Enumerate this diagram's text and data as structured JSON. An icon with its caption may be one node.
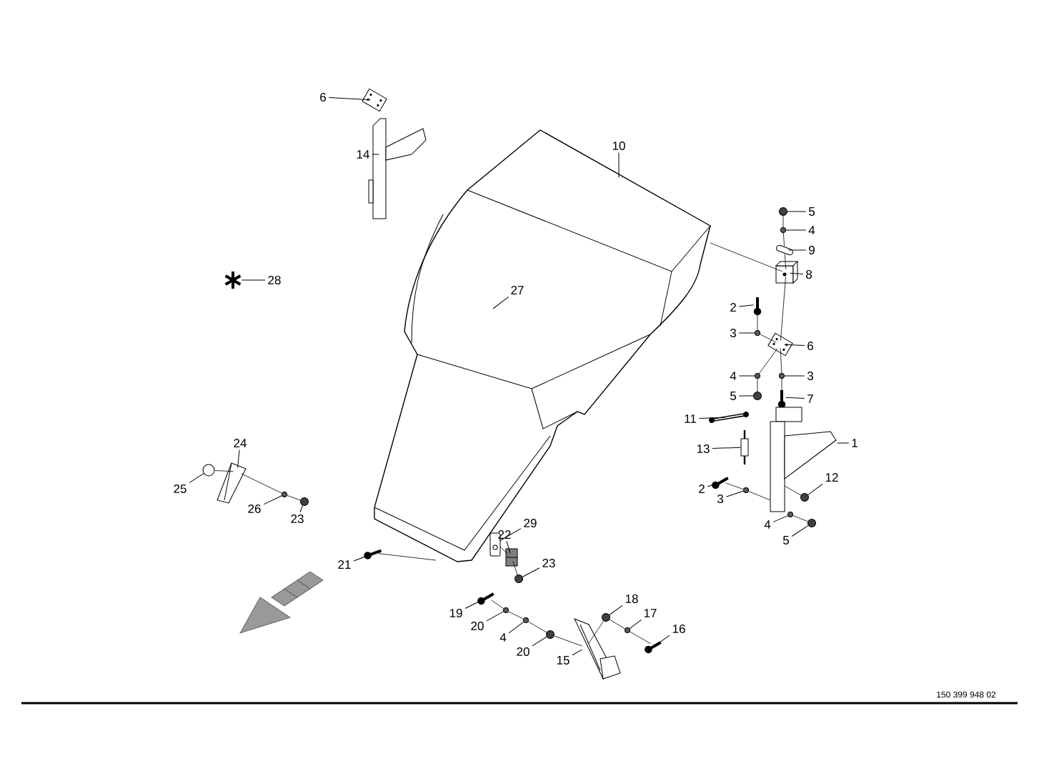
{
  "diagram": {
    "nodes": [
      {
        "text": [
          "6"
        ]
      },
      {
        "text": [],
        "shape": "picture"
      },
      {
        "text": [
          "14"
        ]
      },
      {
        "text": [],
        "shape": "picture"
      },
      {
        "text": [
          "10"
        ]
      },
      {
        "text": [],
        "shape": "picture"
      },
      {
        "text": [
          "28"
        ]
      },
      {
        "text": [],
        "shape": "star"
      },
      {
        "text": [
          "5"
        ]
      },
      {
        "text": [],
        "shape": "circle"
      },
      {
        "text": [
          "4"
        ]
      },
      {
        "text": [],
        "shape": "circle"
      },
      {
        "text": [
          "9"
        ]
      },
      {
        "text": [],
        "shape": "picture"
      },
      {
        "text": [
          "8"
        ]
      },
      {
        "text": [],
        "shape": "picture"
      },
      {
        "text": [
          "2"
        ]
      },
      {
        "text": [],
        "shape": "picture"
      },
      {
        "text": [
          "3"
        ]
      },
      {
        "text": [],
        "shape": "circle"
      },
      {
        "text": [
          "6"
        ]
      },
      {
        "text": [],
        "shape": "picture"
      },
      {
        "text": [
          "4"
        ]
      },
      {
        "text": [],
        "shape": "circle"
      },
      {
        "text": [
          "3"
        ]
      },
      {
        "text": [],
        "shape": "circle"
      },
      {
        "text": [
          "5"
        ]
      },
      {
        "text": [],
        "shape": "circle"
      },
      {
        "text": [
          "7"
        ]
      },
      {
        "text": [],
        "shape": "picture"
      },
      {
        "text": [
          "11"
        ]
      },
      {
        "text": [],
        "shape": "picture"
      },
      {
        "text": [
          "1"
        ]
      },
      {
        "text": [],
        "shape": "picture"
      },
      {
        "text": [
          "13"
        ]
      },
      {
        "text": [],
        "shape": "cylinder"
      },
      {
        "text": [
          "12"
        ]
      },
      {
        "text": [],
        "shape": "circle",
        "in": 33
      },
      {
        "text": [
          "2"
        ]
      },
      {
        "text": [],
        "shape": "picture"
      },
      {
        "text": [
          "3"
        ]
      },
      {
        "text": [],
        "shape": "circle"
      },
      {
        "text": [
          "4"
        ]
      },
      {
        "text": [],
        "shape": "circle"
      },
      {
        "text": [
          "5"
        ]
      },
      {
        "text": [],
        "shape": "circle"
      },
      {
        "text": [
          "24"
        ]
      },
      {
        "text": [],
        "shape": "picture"
      },
      {
        "text": [
          "25"
        ]
      },
      {
        "text": [],
        "shape": "circle"
      },
      {
        "text": [
          "26"
        ]
      },
      {
        "text": [],
        "shape": "circle"
      },
      {
        "text": [
          "23"
        ]
      },
      {
        "text": [],
        "shape": "circle"
      },
      {
        "text": [
          "21"
        ]
      },
      {
        "text": [],
        "shape": "picture"
      },
      {
        "text": [
          "29"
        ]
      },
      {
        "text": [],
        "shape": "picture"
      },
      {
        "text": [
          "22"
        ]
      },
      {
        "text": [],
        "shape": "picture"
      },
      {
        "text": [
          "23"
        ]
      },
      {
        "text": [],
        "shape": "circle"
      },
      {
        "text": [
          "19"
        ]
      },
      {
        "text": [],
        "shape": "picture"
      },
      {
        "text": [
          "20"
        ]
      },
      {
        "text": [],
        "shape": "circle"
      },
      {
        "text": [
          "4"
        ]
      },
      {
        "text": [],
        "shape": "circle"
      },
      {
        "text": [
          "20"
        ]
      },
      {
        "text": [],
        "shape": "circle"
      },
      {
        "text": [
          "15"
        ]
      },
      {
        "text": [],
        "shape": "picture"
      },
      {
        "text": [
          "18"
        ]
      },
      {
        "text": [],
        "shape": "circle"
      },
      {
        "text": [
          "17"
        ]
      },
      {
        "text": [],
        "shape": "circle"
      },
      {
        "text": [
          "16"
        ]
      },
      {
        "text": [],
        "shape": "picture"
      },
      {
        "text": [
          "27"
        ],
        "in": 5
      }
    ],
    "edges": [
      {
        "from": 0,
        "to": 1,
        "arrow": "none"
      },
      {
        "from": 2,
        "to": 3,
        "arrow": "none"
      },
      {
        "from": 4,
        "to": 5,
        "arrow": "none"
      },
      {
        "from": 6,
        "to": 7,
        "arrow": "none"
      },
      {
        "from": 8,
        "to": 9,
        "arrow": "none"
      },
      {
        "from": 10,
        "to": 11,
        "arrow": "none"
      },
      {
        "from": 12,
        "to": 13,
        "arrow": "none"
      },
      {
        "from": 14,
        "to": 15,
        "arrow": "none"
      },
      {
        "from": 16,
        "to": 17,
        "arrow": "none"
      },
      {
        "from": 18,
        "to": 19,
        "arrow": "none"
      },
      {
        "from": 20,
        "to": 21,
        "arrow": "none"
      },
      {
        "from": 22,
        "to": 23,
        "arrow": "none"
      },
      {
        "from": 24,
        "to": 25,
        "arrow": "none"
      },
      {
        "from": 26,
        "to": 27,
        "arrow": "none"
      },
      {
        "from": 28,
        "to": 29,
        "arrow": "none"
      },
      {
        "from": 30,
        "to": 31,
        "arrow": "none"
      },
      {
        "from": 32,
        "to": 33,
        "arrow": "none"
      },
      {
        "from": 34,
        "to": 35,
        "arrow": "none"
      },
      {
        "from": 36,
        "to": 37,
        "arrow": "none"
      },
      {
        "from": 38,
        "to": 39,
        "arrow": "none"
      },
      {
        "from": 40,
        "to": 41,
        "arrow": "none"
      },
      {
        "from": 42,
        "to": 43,
        "arrow": "none"
      },
      {
        "from": 44,
        "to": 45,
        "arrow": "none"
      },
      {
        "from": 46,
        "to": 47,
        "arrow": "none"
      },
      {
        "from": 48,
        "to": 49,
        "arrow": "none"
      },
      {
        "from": 50,
        "to": 51,
        "arrow": "none"
      },
      {
        "from": 52,
        "to": 53,
        "arrow": "none"
      },
      {
        "from": 54,
        "to": 55,
        "arrow": "none"
      },
      {
        "from": 56,
        "to": 57,
        "arrow": "none"
      },
      {
        "from": 58,
        "to": 59,
        "arrow": "none"
      },
      {
        "from": 60,
        "to": 61,
        "arrow": "none"
      },
      {
        "from": 62,
        "to": 63,
        "arrow": "none"
      },
      {
        "from": 64,
        "to": 65,
        "arrow": "none"
      },
      {
        "from": 66,
        "to": 67,
        "arrow": "none"
      },
      {
        "from": 68,
        "to": 69,
        "arrow": "none"
      },
      {
        "from": 70,
        "to": 71,
        "arrow": "none"
      },
      {
        "from": 72,
        "to": 73,
        "arrow": "none"
      },
      {
        "from": 74,
        "to": 75,
        "arrow": "none"
      },
      {
        "from": 76,
        "to": 77,
        "arrow": "none"
      },
      {
        "from": 78,
        "to": 5,
        "arrow": "none"
      },
      {
        "from": 9,
        "to": 11,
        "arrow": "none"
      },
      {
        "from": 11,
        "to": 13,
        "arrow": "none"
      },
      {
        "from": 13,
        "to": 15,
        "arrow": "none"
      },
      {
        "from": 15,
        "to": 21,
        "arrow": "none"
      },
      {
        "from": 21,
        "to": 25,
        "arrow": "none"
      },
      {
        "from": 25,
        "to": 29,
        "arrow": "none"
      },
      {
        "from": 17,
        "to": 19,
        "arrow": "none"
      },
      {
        "from": 19,
        "to": 21,
        "arrow": "none"
      },
      {
        "from": 21,
        "to": 23,
        "arrow": "none"
      },
      {
        "from": 23,
        "to": 27,
        "arrow": "none"
      },
      {
        "from": 5,
        "to": 15,
        "arrow": "none"
      },
      {
        "from": 49,
        "to": 47,
        "arrow": "none"
      },
      {
        "from": 47,
        "to": 51,
        "arrow": "none"
      },
      {
        "from": 51,
        "to": 53,
        "arrow": "none"
      },
      {
        "from": 55,
        "to": 5,
        "arrow": "none"
      },
      {
        "from": 57,
        "to": 59,
        "arrow": "none"
      },
      {
        "from": 59,
        "to": 61,
        "arrow": "none"
      },
      {
        "from": 63,
        "to": 65,
        "arrow": "none"
      },
      {
        "from": 65,
        "to": 67,
        "arrow": "none"
      },
      {
        "from": 67,
        "to": 69,
        "arrow": "none"
      },
      {
        "from": 69,
        "to": 71,
        "arrow": "none"
      },
      {
        "from": 77,
        "to": 75,
        "arrow": "none"
      },
      {
        "from": 75,
        "to": 73,
        "arrow": "none"
      },
      {
        "from": 73,
        "to": 71,
        "arrow": "none"
      },
      {
        "from": 39,
        "to": 41,
        "arrow": "none"
      },
      {
        "from": 41,
        "to": 33,
        "arrow": "none"
      },
      {
        "from": 43,
        "to": 45,
        "arrow": "none"
      },
      {
        "from": 37,
        "to": 33,
        "arrow": "none"
      }
    ],
    "labels": [
      "150 399 948 02"
    ]
  }
}
